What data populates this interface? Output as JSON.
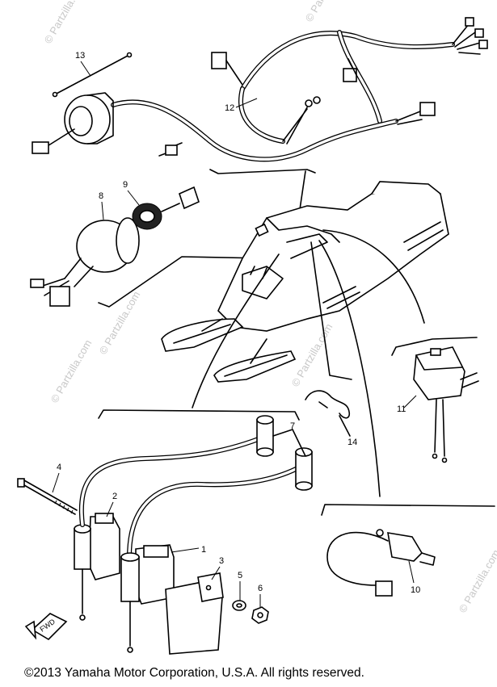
{
  "diagram": {
    "copyright": "©2013  Yamaha Motor Corporation, U.S.A. All rights reserved.",
    "watermark": "© Partzilla.com",
    "callouts": [
      "1",
      "2",
      "3",
      "4",
      "5",
      "6",
      "7",
      "8",
      "9",
      "10",
      "11",
      "12",
      "13",
      "14"
    ],
    "front_label": "FWD",
    "colors": {
      "ink": "#000000",
      "paper": "#ffffff",
      "watermark": "#c8c8c8"
    }
  }
}
